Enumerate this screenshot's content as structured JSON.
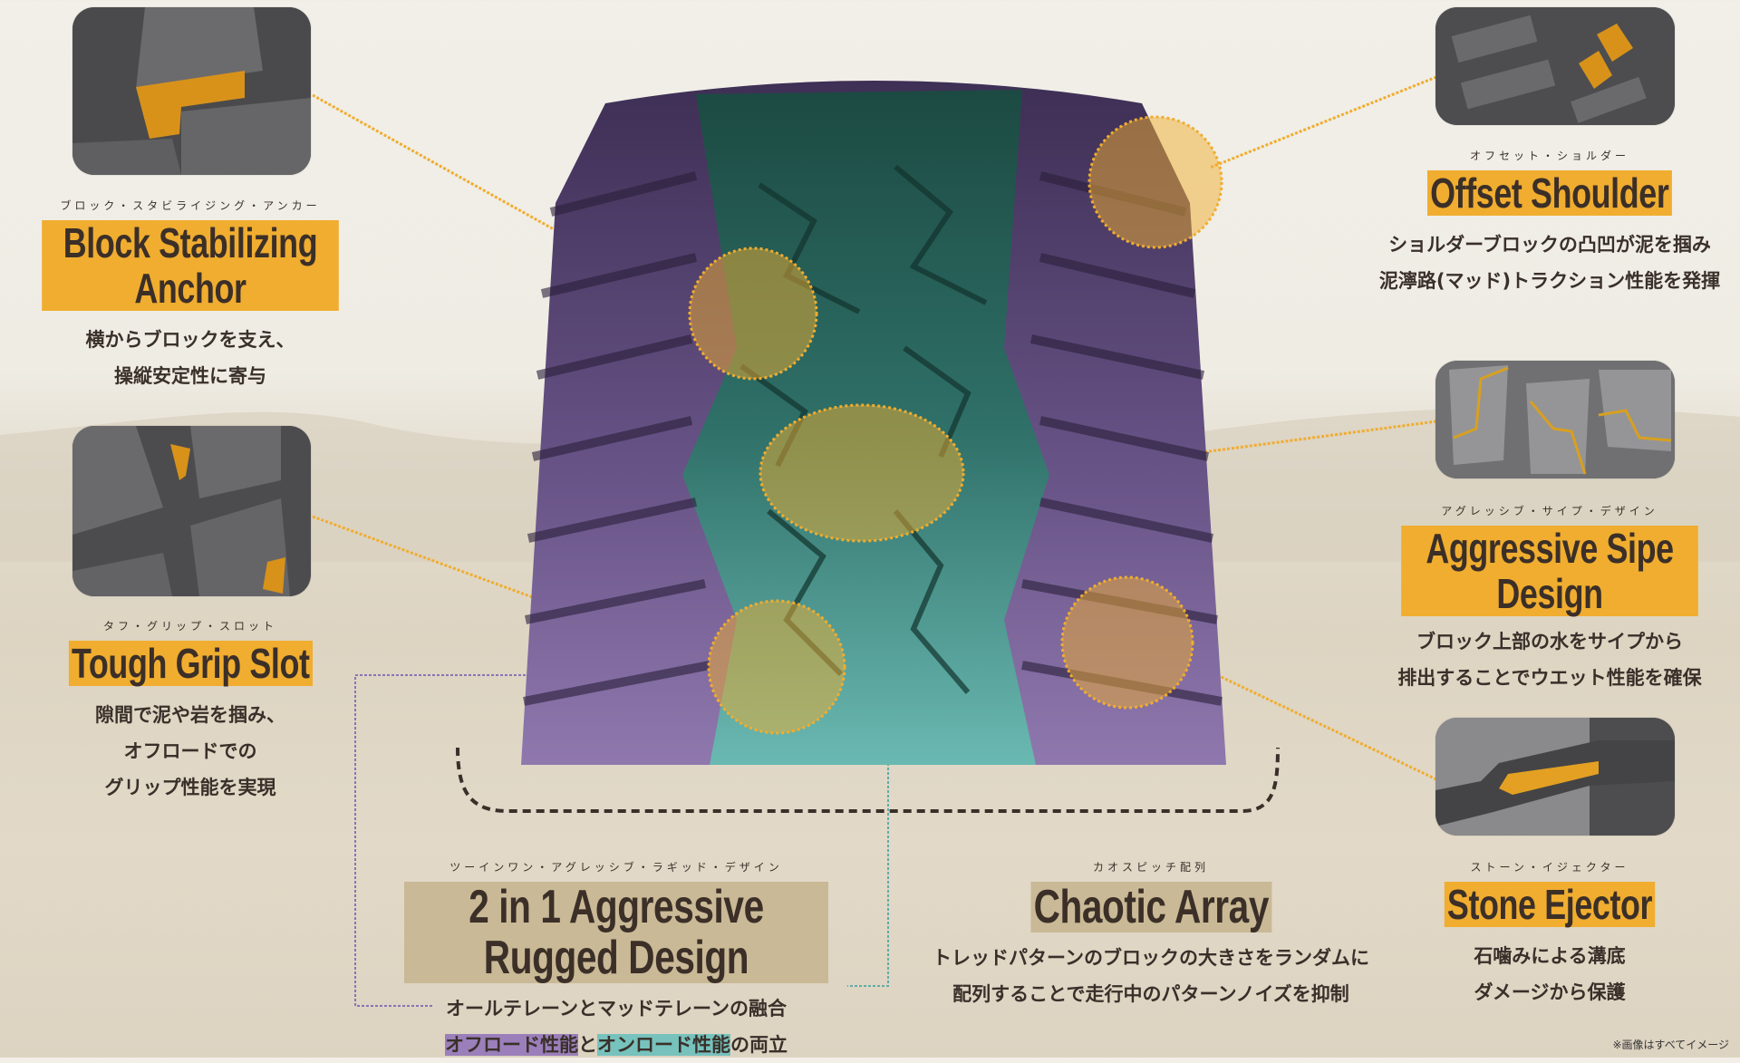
{
  "features": [
    {
      "id": "block-stabilizing-anchor",
      "kana": "ブロック・スタビライジング・アンカー",
      "title": "Block Stabilizing Anchor",
      "desc": [
        "横からブロックを支え、",
        "操縦安定性に寄与"
      ]
    },
    {
      "id": "tough-grip-slot",
      "kana": "タフ・グリップ・スロット",
      "title": "Tough Grip Slot",
      "desc": [
        "隙間で泥や岩を掴み、",
        "オフロードでの",
        "グリップ性能を実現"
      ]
    },
    {
      "id": "offset-shoulder",
      "kana": "オフセット・ショルダー",
      "title": "Offset Shoulder",
      "desc": [
        "ショルダーブロックの凸凹が泥を掴み",
        "泥濘路(マッド)トラクション性能を発揮"
      ]
    },
    {
      "id": "aggressive-sipe-design",
      "kana": "アグレッシブ・サイプ・デザイン",
      "title": "Aggressive Sipe Design",
      "desc": [
        "ブロック上部の水をサイプから",
        "排出することでウエット性能を確保"
      ]
    },
    {
      "id": "stone-ejector",
      "kana": "ストーン・イジェクター",
      "title": "Stone Ejector",
      "desc": [
        "石噛みによる溝底",
        "ダメージから保護"
      ]
    },
    {
      "id": "rugged-design",
      "kana": "ツーインワン・アグレッシブ・ラギッド・デザイン",
      "title": "2 in 1 Aggressive Rugged Design",
      "desc_line1": "オールテレーンとマッドテレーンの融合",
      "desc_line2": {
        "purple": "オフロード性能",
        "mid": "と",
        "teal": "オンロード性能",
        "end": "の両立"
      }
    },
    {
      "id": "chaotic-array",
      "kana": "カオスピッチ配列",
      "title": "Chaotic Array",
      "desc": [
        "トレッドパターンのブロックの大きさをランダムに",
        "配列することで走行中のパターンノイズを抑制"
      ]
    }
  ],
  "colors": {
    "accent_orange": "#f0ad2f",
    "tan": "#c9b996",
    "offroad_purple": "#9b7fba",
    "onroad_teal": "#77c2bd",
    "tire_purple": "#5b4872",
    "tire_teal_dark": "#1f5148",
    "tire_teal_light": "#5eada6"
  },
  "footnote": "※画像はすべてイメージ"
}
